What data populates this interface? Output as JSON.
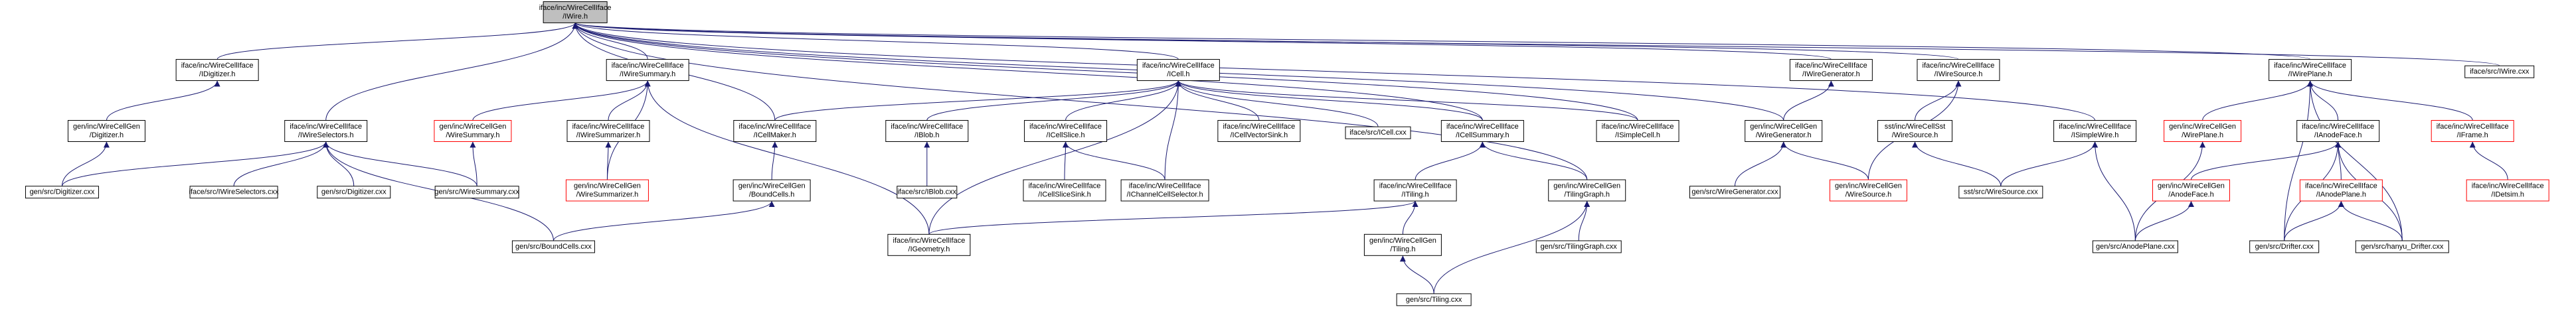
{
  "diagram": {
    "colors": {
      "edge": "#191970",
      "text": "#000000",
      "node_border": "#000000",
      "node_fill": "#ffffff",
      "highlight_fill": "#bfbfbf",
      "missing_border": "#ff0000"
    },
    "nodes": [
      {
        "id": "iwire",
        "lines": [
          "iface/inc/WireCellIface",
          "/IWire.h"
        ],
        "style": "highlight"
      },
      {
        "id": "idigitizer",
        "lines": [
          "iface/inc/WireCellIface",
          "/IDigitizer.h"
        ],
        "style": "normal"
      },
      {
        "id": "iwiresummary",
        "lines": [
          "iface/inc/WireCellIface",
          "/IWireSummary.h"
        ],
        "style": "normal"
      },
      {
        "id": "icell",
        "lines": [
          "iface/inc/WireCellIface",
          "/ICell.h"
        ],
        "style": "normal"
      },
      {
        "id": "iwiregenerator",
        "lines": [
          "iface/inc/WireCellIface",
          "/IWireGenerator.h"
        ],
        "style": "normal"
      },
      {
        "id": "iwiresource",
        "lines": [
          "iface/inc/WireCellIface",
          "/IWireSource.h"
        ],
        "style": "normal"
      },
      {
        "id": "iwireplane",
        "lines": [
          "iface/inc/WireCellIface",
          "/IWirePlane.h"
        ],
        "style": "normal"
      },
      {
        "id": "iwirecxx",
        "lines": [
          "iface/src/IWire.cxx"
        ],
        "style": "normal"
      },
      {
        "id": "gen_digitizer_h",
        "lines": [
          "gen/inc/WireCellGen",
          "/Digitizer.h"
        ],
        "style": "normal"
      },
      {
        "id": "iwireselectors",
        "lines": [
          "iface/inc/WireCellIface",
          "/IWireSelectors.h"
        ],
        "style": "normal"
      },
      {
        "id": "gen_wiresummary_h",
        "lines": [
          "gen/inc/WireCellGen",
          "/WireSummary.h"
        ],
        "style": "missing"
      },
      {
        "id": "iwiresummarizer",
        "lines": [
          "iface/inc/WireCellIface",
          "/IWireSummarizer.h"
        ],
        "style": "normal"
      },
      {
        "id": "icellmaker",
        "lines": [
          "iface/inc/WireCellIface",
          "/ICellMaker.h"
        ],
        "style": "normal"
      },
      {
        "id": "iblob",
        "lines": [
          "iface/inc/WireCellIface",
          "/IBlob.h"
        ],
        "style": "normal"
      },
      {
        "id": "icellslice",
        "lines": [
          "iface/inc/WireCellIface",
          "/ICellSlice.h"
        ],
        "style": "normal"
      },
      {
        "id": "icellvectorsink",
        "lines": [
          "iface/inc/WireCellIface",
          "/ICellVectorSink.h"
        ],
        "style": "normal"
      },
      {
        "id": "icellcxx",
        "lines": [
          "iface/src/ICell.cxx"
        ],
        "style": "normal"
      },
      {
        "id": "icellsummary",
        "lines": [
          "iface/inc/WireCellIface",
          "/ICellSummary.h"
        ],
        "style": "normal"
      },
      {
        "id": "isimplecell",
        "lines": [
          "iface/inc/WireCellIface",
          "/ISimpleCell.h"
        ],
        "style": "normal"
      },
      {
        "id": "gen_wiregenerator_h",
        "lines": [
          "gen/inc/WireCellGen",
          "/WireGenerator.h"
        ],
        "style": "normal"
      },
      {
        "id": "sst_wiresource_h",
        "lines": [
          "sst/inc/WireCellSst",
          "/WireSource.h"
        ],
        "style": "normal"
      },
      {
        "id": "isimplewire",
        "lines": [
          "iface/inc/WireCellIface",
          "/ISimpleWire.h"
        ],
        "style": "normal"
      },
      {
        "id": "gen_wireplane_h",
        "lines": [
          "gen/inc/WireCellGen",
          "/WirePlane.h"
        ],
        "style": "missing"
      },
      {
        "id": "ianodeface",
        "lines": [
          "iface/inc/WireCellIface",
          "/IAnodeFace.h"
        ],
        "style": "normal"
      },
      {
        "id": "iframe",
        "lines": [
          "iface/inc/WireCellIface",
          "/IFrame.h"
        ],
        "style": "missing"
      },
      {
        "id": "gen_digitizer_cxx",
        "lines": [
          "gen/src/Digitizer.cxx"
        ],
        "style": "normal"
      },
      {
        "id": "iwireselectors_cxx",
        "lines": [
          "iface/src/IWireSelectors.cxx"
        ],
        "style": "normal"
      },
      {
        "id": "gen_digitizer2_cxx",
        "lines": [
          "gen/src/Digitizer.cxx"
        ],
        "style": "normal"
      },
      {
        "id": "gen_wiresummary_cxx",
        "lines": [
          "gen/src/WireSummary.cxx"
        ],
        "style": "normal"
      },
      {
        "id": "gen_wiresummarizer_h",
        "lines": [
          "gen/inc/WireCellGen",
          "/WireSummarizer.h"
        ],
        "style": "missing"
      },
      {
        "id": "gen_boundcells_h",
        "lines": [
          "gen/inc/WireCellGen",
          "/BoundCells.h"
        ],
        "style": "normal"
      },
      {
        "id": "iblob_cxx",
        "lines": [
          "iface/src/IBlob.cxx"
        ],
        "style": "normal"
      },
      {
        "id": "icellslicesink",
        "lines": [
          "iface/inc/WireCellIface",
          "/ICellSliceSink.h"
        ],
        "style": "normal"
      },
      {
        "id": "ichannelcellselector",
        "lines": [
          "iface/inc/WireCellIface",
          "/IChannelCellSelector.h"
        ],
        "style": "normal"
      },
      {
        "id": "itiling",
        "lines": [
          "iface/inc/WireCellIface",
          "/ITiling.h"
        ],
        "style": "normal"
      },
      {
        "id": "gen_tilinggraph_h",
        "lines": [
          "gen/inc/WireCellGen",
          "/TilingGraph.h"
        ],
        "style": "normal"
      },
      {
        "id": "gen_wiregenerator_cxx",
        "lines": [
          "gen/src/WireGenerator.cxx"
        ],
        "style": "normal"
      },
      {
        "id": "gen_wiresource_h",
        "lines": [
          "gen/inc/WireCellGen",
          "/WireSource.h"
        ],
        "style": "missing"
      },
      {
        "id": "sst_wiresource_cxx",
        "lines": [
          "sst/src/WireSource.cxx"
        ],
        "style": "normal"
      },
      {
        "id": "gen_anodeface_h",
        "lines": [
          "gen/inc/WireCellGen",
          "/AnodeFace.h"
        ],
        "style": "missing"
      },
      {
        "id": "ianodeplane",
        "lines": [
          "iface/inc/WireCellIface",
          "/IAnodePlane.h"
        ],
        "style": "missing"
      },
      {
        "id": "idetsim",
        "lines": [
          "iface/inc/WireCellIface",
          "/IDetsim.h"
        ],
        "style": "missing"
      },
      {
        "id": "gen_boundcells_cxx",
        "lines": [
          "gen/src/BoundCells.cxx"
        ],
        "style": "normal"
      },
      {
        "id": "igeometry",
        "lines": [
          "iface/inc/WireCellIface",
          "/IGeometry.h"
        ],
        "style": "normal"
      },
      {
        "id": "gen_tiling_h",
        "lines": [
          "gen/inc/WireCellGen",
          "/Tiling.h"
        ],
        "style": "normal"
      },
      {
        "id": "gen_tilinggraph_cxx",
        "lines": [
          "gen/src/TilingGraph.cxx"
        ],
        "style": "normal"
      },
      {
        "id": "gen_anodeplane_cxx",
        "lines": [
          "gen/src/AnodePlane.cxx"
        ],
        "style": "normal"
      },
      {
        "id": "gen_drifter_cxx",
        "lines": [
          "gen/src/Drifter.cxx"
        ],
        "style": "normal"
      },
      {
        "id": "gen_hanyu_drifter_cxx",
        "lines": [
          "gen/src/hanyu_Drifter.cxx"
        ],
        "style": "normal"
      },
      {
        "id": "gen_tiling_cxx",
        "lines": [
          "gen/src/Tiling.cxx"
        ],
        "style": "normal"
      }
    ],
    "edges": [
      [
        "iwire",
        "idigitizer"
      ],
      [
        "iwire",
        "iwiresummary"
      ],
      [
        "iwire",
        "icell"
      ],
      [
        "iwire",
        "iwiregenerator"
      ],
      [
        "iwire",
        "iwiresource"
      ],
      [
        "iwire",
        "iwireplane"
      ],
      [
        "iwire",
        "iwirecxx"
      ],
      [
        "iwire",
        "iwireselectors"
      ],
      [
        "iwire",
        "icellmaker"
      ],
      [
        "iwire",
        "icellsummary"
      ],
      [
        "iwire",
        "isimplecell"
      ],
      [
        "iwire",
        "gen_wiregenerator_h"
      ],
      [
        "iwire",
        "isimplewire"
      ],
      [
        "iwire",
        "gen_tilinggraph_h"
      ],
      [
        "idigitizer",
        "gen_digitizer_h"
      ],
      [
        "gen_digitizer_h",
        "gen_digitizer_cxx"
      ],
      [
        "iwireselectors",
        "gen_digitizer_cxx"
      ],
      [
        "iwireselectors",
        "iwireselectors_cxx"
      ],
      [
        "iwireselectors",
        "gen_digitizer2_cxx"
      ],
      [
        "iwireselectors",
        "gen_wiresummary_cxx"
      ],
      [
        "iwireselectors",
        "gen_boundcells_cxx"
      ],
      [
        "iwiresummary",
        "gen_wiresummary_h"
      ],
      [
        "iwiresummary",
        "iwiresummarizer"
      ],
      [
        "iwiresummary",
        "gen_wiresummarizer_h"
      ],
      [
        "iwiresummary",
        "igeometry"
      ],
      [
        "gen_wiresummary_h",
        "gen_wiresummary_cxx"
      ],
      [
        "iwiresummarizer",
        "gen_wiresummarizer_h"
      ],
      [
        "icell",
        "icellmaker"
      ],
      [
        "icell",
        "iblob"
      ],
      [
        "icell",
        "icellslice"
      ],
      [
        "icell",
        "icellvectorsink"
      ],
      [
        "icell",
        "icellcxx"
      ],
      [
        "icell",
        "icellsummary"
      ],
      [
        "icell",
        "isimplecell"
      ],
      [
        "icell",
        "ichannelcellselector"
      ],
      [
        "icell",
        "igeometry"
      ],
      [
        "icellmaker",
        "gen_boundcells_h"
      ],
      [
        "gen_boundcells_h",
        "gen_boundcells_cxx"
      ],
      [
        "iblob",
        "iblob_cxx"
      ],
      [
        "icellslice",
        "icellslicesink"
      ],
      [
        "icellslice",
        "ichannelcellselector"
      ],
      [
        "icellsummary",
        "itiling"
      ],
      [
        "icellsummary",
        "gen_tilinggraph_h"
      ],
      [
        "itiling",
        "igeometry"
      ],
      [
        "itiling",
        "gen_tiling_h"
      ],
      [
        "gen_tiling_h",
        "gen_tiling_cxx"
      ],
      [
        "gen_tilinggraph_h",
        "gen_tilinggraph_cxx"
      ],
      [
        "gen_tilinggraph_h",
        "gen_tiling_cxx"
      ],
      [
        "iwiregenerator",
        "gen_wiregenerator_h"
      ],
      [
        "gen_wiregenerator_h",
        "gen_wiregenerator_cxx"
      ],
      [
        "gen_wiregenerator_h",
        "gen_wiresource_h"
      ],
      [
        "iwiresource",
        "sst_wiresource_h"
      ],
      [
        "iwiresource",
        "gen_wiresource_h"
      ],
      [
        "sst_wiresource_h",
        "sst_wiresource_cxx"
      ],
      [
        "isimplewire",
        "sst_wiresource_cxx"
      ],
      [
        "isimplewire",
        "gen_anodeplane_cxx"
      ],
      [
        "iwireplane",
        "gen_wireplane_h"
      ],
      [
        "iwireplane",
        "ianodeface"
      ],
      [
        "iwireplane",
        "iframe"
      ],
      [
        "iwireplane",
        "gen_drifter_cxx"
      ],
      [
        "iwireplane",
        "gen_hanyu_drifter_cxx"
      ],
      [
        "gen_wireplane_h",
        "gen_anodeplane_cxx"
      ],
      [
        "ianodeface",
        "gen_anodeface_h"
      ],
      [
        "ianodeface",
        "ianodeplane"
      ],
      [
        "ianodeface",
        "gen_drifter_cxx"
      ],
      [
        "ianodeface",
        "gen_hanyu_drifter_cxx"
      ],
      [
        "gen_anodeface_h",
        "gen_anodeplane_cxx"
      ],
      [
        "ianodeplane",
        "gen_drifter_cxx"
      ],
      [
        "ianodeplane",
        "gen_hanyu_drifter_cxx"
      ],
      [
        "iframe",
        "idetsim"
      ]
    ]
  }
}
